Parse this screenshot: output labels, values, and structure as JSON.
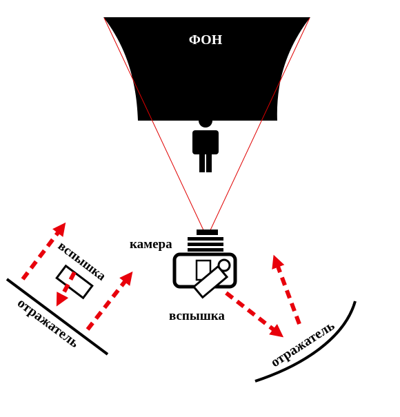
{
  "labels": {
    "background": "ФОН",
    "camera": "камера",
    "flash_left": "вспышка",
    "flash_camera": "вспышка",
    "reflector_left": "отражатель",
    "reflector_right": "отражатель"
  },
  "colors": {
    "ink": "#000000",
    "paper": "#ffffff",
    "arrow": "#e8000b",
    "view_line": "#e00000"
  }
}
